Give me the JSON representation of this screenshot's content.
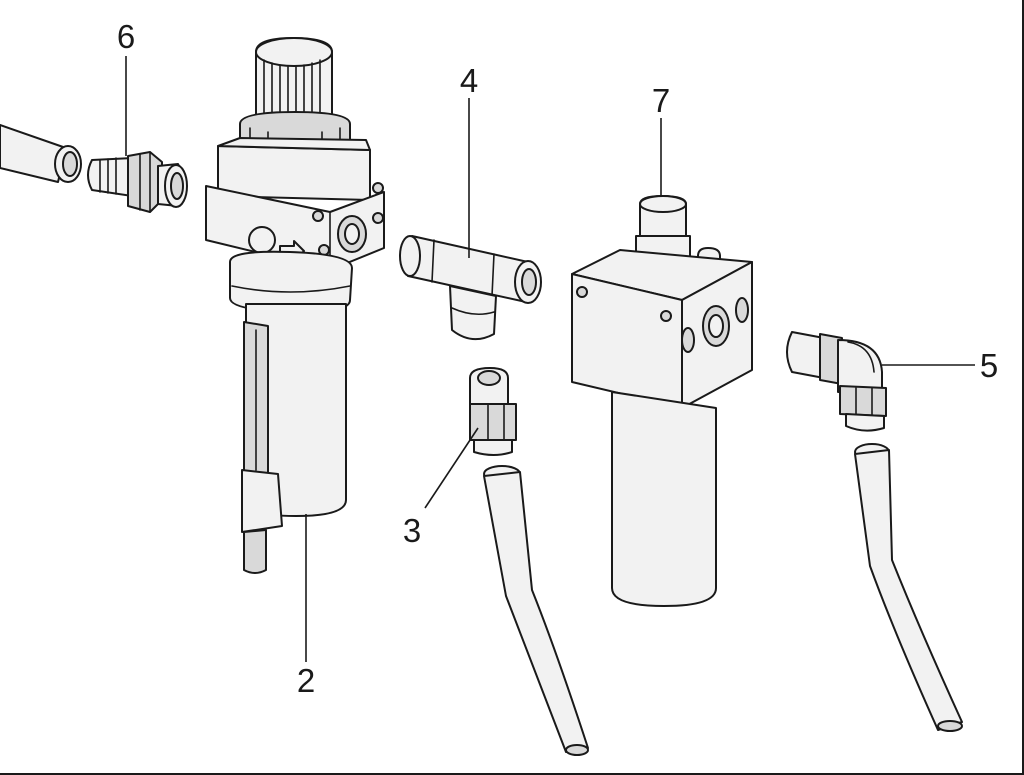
{
  "callouts": {
    "c2": "2",
    "c3": "3",
    "c4": "4",
    "c5": "5",
    "c6": "6",
    "c7": "7"
  },
  "colors": {
    "line": "#1a1a1a",
    "part_fill": "#f2f2f2",
    "shade": "#d9d9d9",
    "background": "#ffffff"
  }
}
